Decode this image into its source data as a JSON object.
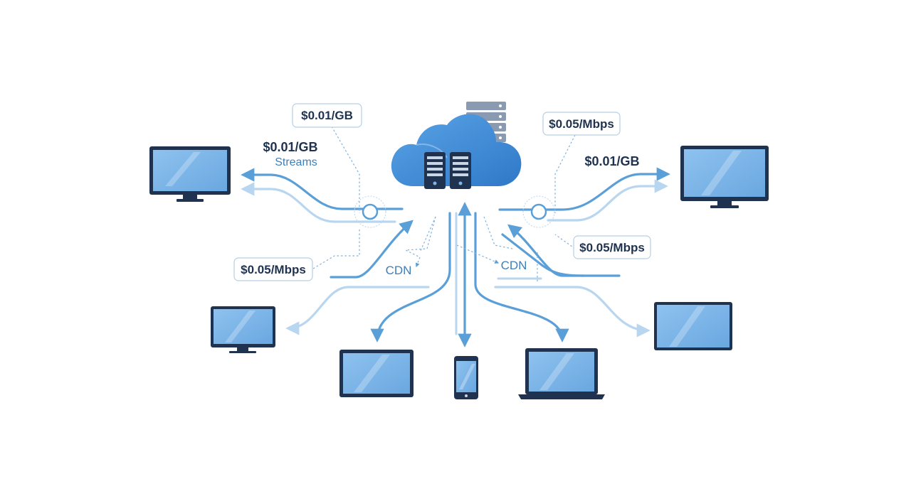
{
  "labels": {
    "price_top_left": "$0.01/GB",
    "price_left": "$0.01/GB",
    "streams_left": "Streams",
    "price_mid_left": "$0.05/Mbps",
    "price_top_right": "$0.05/Mbps",
    "price_right": "$0.01/GB",
    "price_mid_right": "$0.05/Mbps",
    "cdn_left": "CDN",
    "cdn_right": "CDN"
  },
  "nodes": {
    "origin": {
      "icon": "cloud-server-icon"
    },
    "devices": [
      {
        "id": "monitor-top-left",
        "icon": "monitor-icon"
      },
      {
        "id": "monitor-top-right",
        "icon": "monitor-icon"
      },
      {
        "id": "monitor-bottom-left",
        "icon": "monitor-icon"
      },
      {
        "id": "monitor-bottom-right",
        "icon": "monitor-icon"
      },
      {
        "id": "tablet-left",
        "icon": "tablet-icon"
      },
      {
        "id": "phone-center",
        "icon": "phone-icon"
      },
      {
        "id": "laptop-right",
        "icon": "laptop-icon"
      }
    ]
  },
  "colors": {
    "line_strong": "#5a9fd8",
    "line_light": "#b8d6ef",
    "dark_navy": "#1f3350",
    "screen_fill": "#7fb6e8",
    "cloud_blue": "#3b86d4",
    "accent_text": "#3f7fb8"
  }
}
